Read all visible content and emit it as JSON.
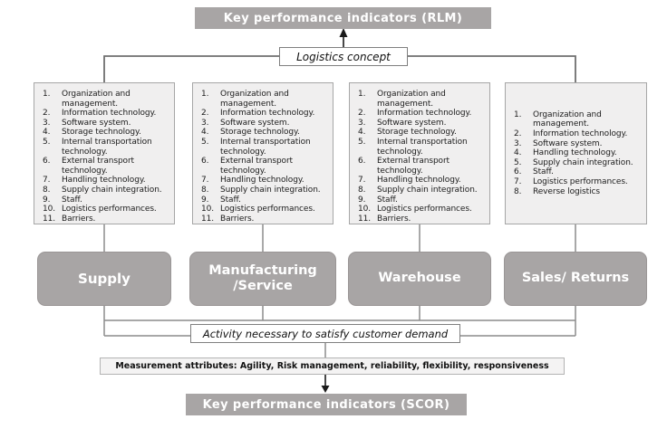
{
  "diagram": {
    "kpi_top": "Key performance indicators (RLM)",
    "logistics_concept": "Logistics concept",
    "activity": "Activity necessary to satisfy customer demand",
    "measurement": "Measurement attributes: Agility, Risk management, reliability, flexibility, responsiveness",
    "kpi_bottom": "Key performance indicators (SCOR)",
    "colors": {
      "box_gray": "#a8a5a5",
      "list_bg": "#f0efef",
      "line_gray": "#8c8c8c",
      "arrow_black": "#1a1a1a"
    },
    "columns": [
      {
        "label": "Supply",
        "items": [
          "Organization and management.",
          "Information technology.",
          "Software system.",
          "Storage technology.",
          "Internal transportation technology.",
          "External transport technology.",
          "Handling technology.",
          "Supply chain integration.",
          "Staff.",
          "Logistics performances.",
          "Barriers."
        ]
      },
      {
        "label": "Manufacturing /Service",
        "items": [
          "Organization and management.",
          "Information technology.",
          "Software system.",
          "Storage technology.",
          "Internal transportation technology.",
          "External transport technology.",
          "Handling technology.",
          "Supply chain integration.",
          "Staff.",
          "Logistics performances.",
          "Barriers."
        ]
      },
      {
        "label": "Warehouse",
        "items": [
          "Organization and management.",
          "Information technology.",
          "Software system.",
          "Storage technology.",
          "Internal transportation technology.",
          "External transport technology.",
          "Handling technology.",
          "Supply chain integration.",
          "Staff.",
          "Logistics performances.",
          "Barriers."
        ]
      },
      {
        "label": "Sales/ Returns",
        "items": [
          "Organization and management.",
          "Information technology.",
          "Software system.",
          "Handling technology.",
          "Supply chain integration.",
          "Staff.",
          "Logistics performances.",
          "Reverse logistics"
        ]
      }
    ]
  }
}
